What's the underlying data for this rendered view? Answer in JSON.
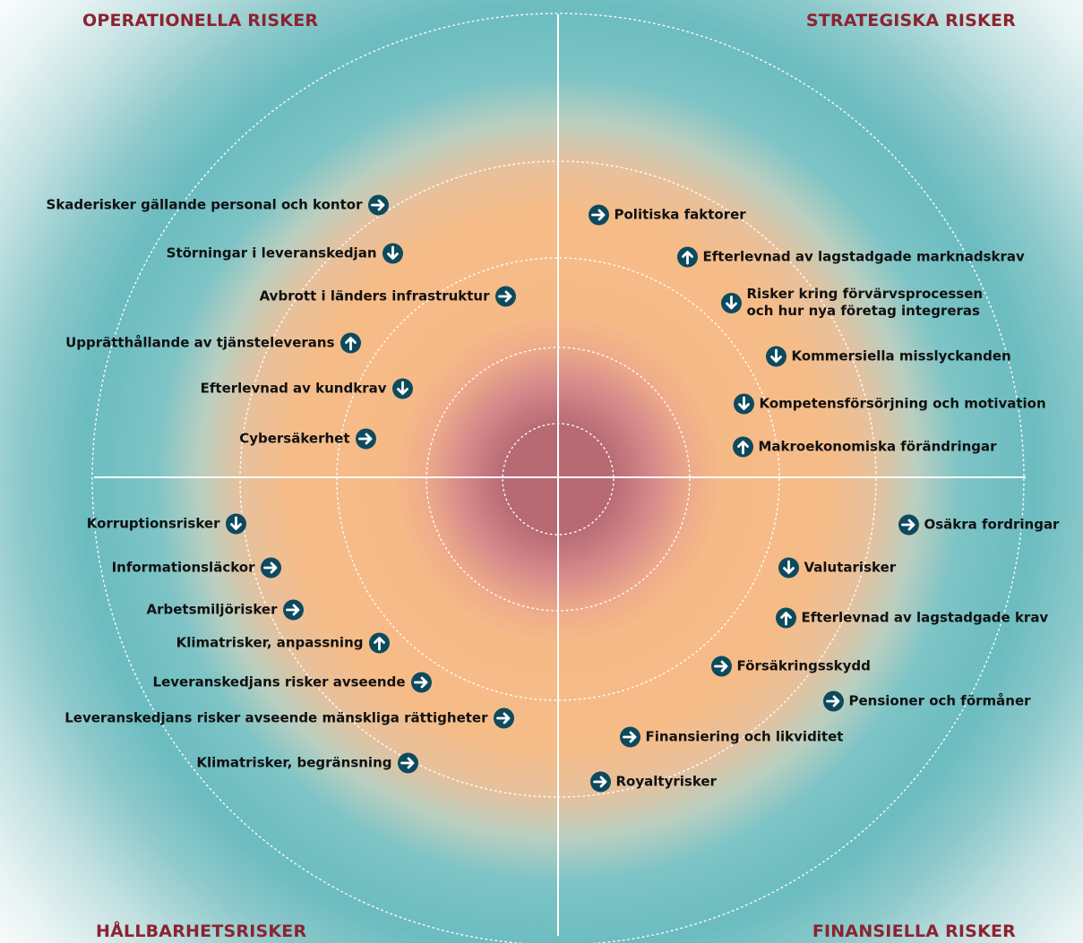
{
  "quadrants": {
    "operational": "OPERATIONELLA RISKER",
    "strategic": "STRATEGISKA RISKER",
    "sustainability": "HÅLLBARHETSRISKER",
    "financial": "FINANSIELLA RISKER"
  },
  "risks": {
    "operational": [
      {
        "label": "Skaderisker gällande personal och kontor",
        "trend": "right"
      },
      {
        "label": "Störningar i leveranskedjan",
        "trend": "down"
      },
      {
        "label": "Avbrott i länders infrastruktur",
        "trend": "right"
      },
      {
        "label": "Upprätthållande av tjänsteleverans",
        "trend": "up"
      },
      {
        "label": "Efterlevnad av kundkrav",
        "trend": "down"
      },
      {
        "label": "Cybersäkerhet",
        "trend": "right"
      }
    ],
    "strategic": [
      {
        "label": "Politiska faktorer",
        "trend": "right"
      },
      {
        "label": "Efterlevnad av lagstadgade marknadskrav",
        "trend": "up"
      },
      {
        "label": "Risker kring förvärvsprocessen",
        "label2": "och hur nya företag integreras",
        "trend": "down"
      },
      {
        "label": "Kommersiella misslyckanden",
        "trend": "down"
      },
      {
        "label": "Kompetensförsörjning och motivation",
        "trend": "down"
      },
      {
        "label": "Makroekonomiska förändringar",
        "trend": "up"
      }
    ],
    "sustainability": [
      {
        "label": "Korruptionsrisker",
        "trend": "down"
      },
      {
        "label": "Informationsläckor",
        "trend": "right"
      },
      {
        "label": "Arbetsmiljörisker",
        "trend": "right"
      },
      {
        "label": "Klimatrisker, anpassning",
        "trend": "up"
      },
      {
        "label": "Leveranskedjans risker avseende",
        "trend": "right"
      },
      {
        "label": "Leveranskedjans risker avseende mänskliga rättigheter",
        "trend": "right"
      },
      {
        "label": "Klimatrisker, begränsning",
        "trend": "right"
      }
    ],
    "financial": [
      {
        "label": "Osäkra fordringar",
        "trend": "right"
      },
      {
        "label": "Valutarisker",
        "trend": "down"
      },
      {
        "label": "Efterlevnad av lagstadgade krav",
        "trend": "up"
      },
      {
        "label": "Försäkringsskydd",
        "trend": "right"
      },
      {
        "label": "Pensioner och förmåner",
        "trend": "right"
      },
      {
        "label": "Finansiering och likviditet",
        "trend": "right"
      },
      {
        "label": "Royaltyrisker",
        "trend": "right"
      }
    ]
  },
  "colors": {
    "title": "#8c2331",
    "icon": "#0d4a5e",
    "core": "#b76a74",
    "inner": "#f6bc88",
    "outer": "#6bbcc0"
  },
  "icons": {
    "right": "arrow-right-icon",
    "down": "arrow-down-icon",
    "up": "arrow-up-icon"
  }
}
